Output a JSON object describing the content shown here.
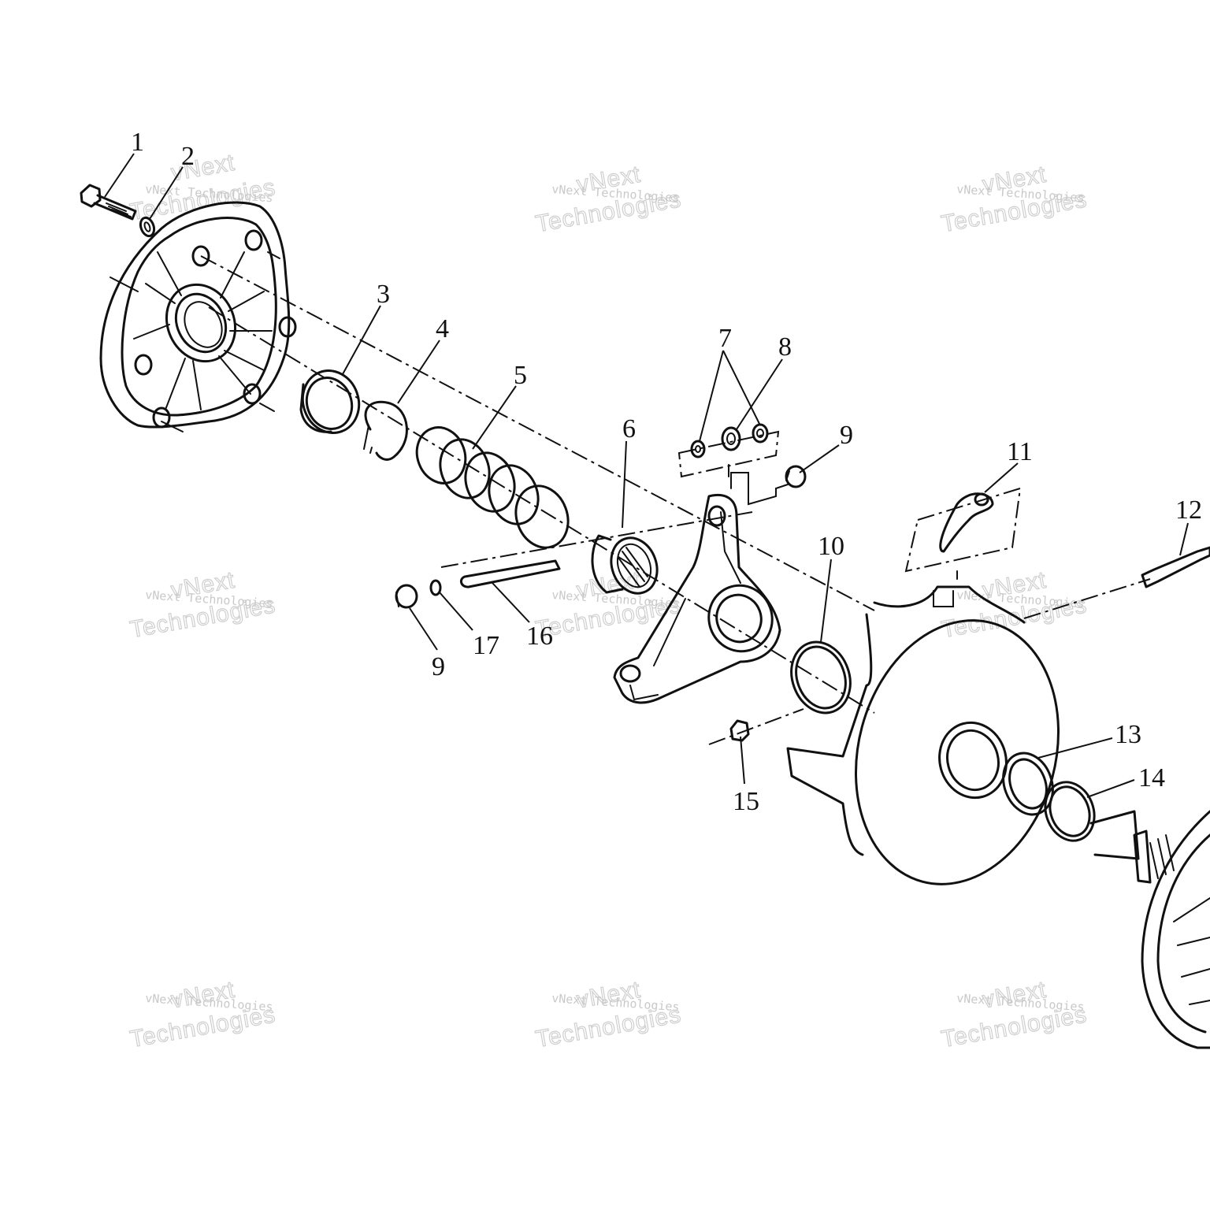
{
  "diagram": {
    "callouts": [
      "1",
      "2",
      "3",
      "4",
      "5",
      "6",
      "7",
      "8",
      "9",
      "9",
      "10",
      "11",
      "12",
      "13",
      "14",
      "15",
      "16",
      "17"
    ],
    "watermark": {
      "small": "vNext Technologies",
      "big_top": "vNext",
      "big_bottom": "Technologies"
    }
  }
}
